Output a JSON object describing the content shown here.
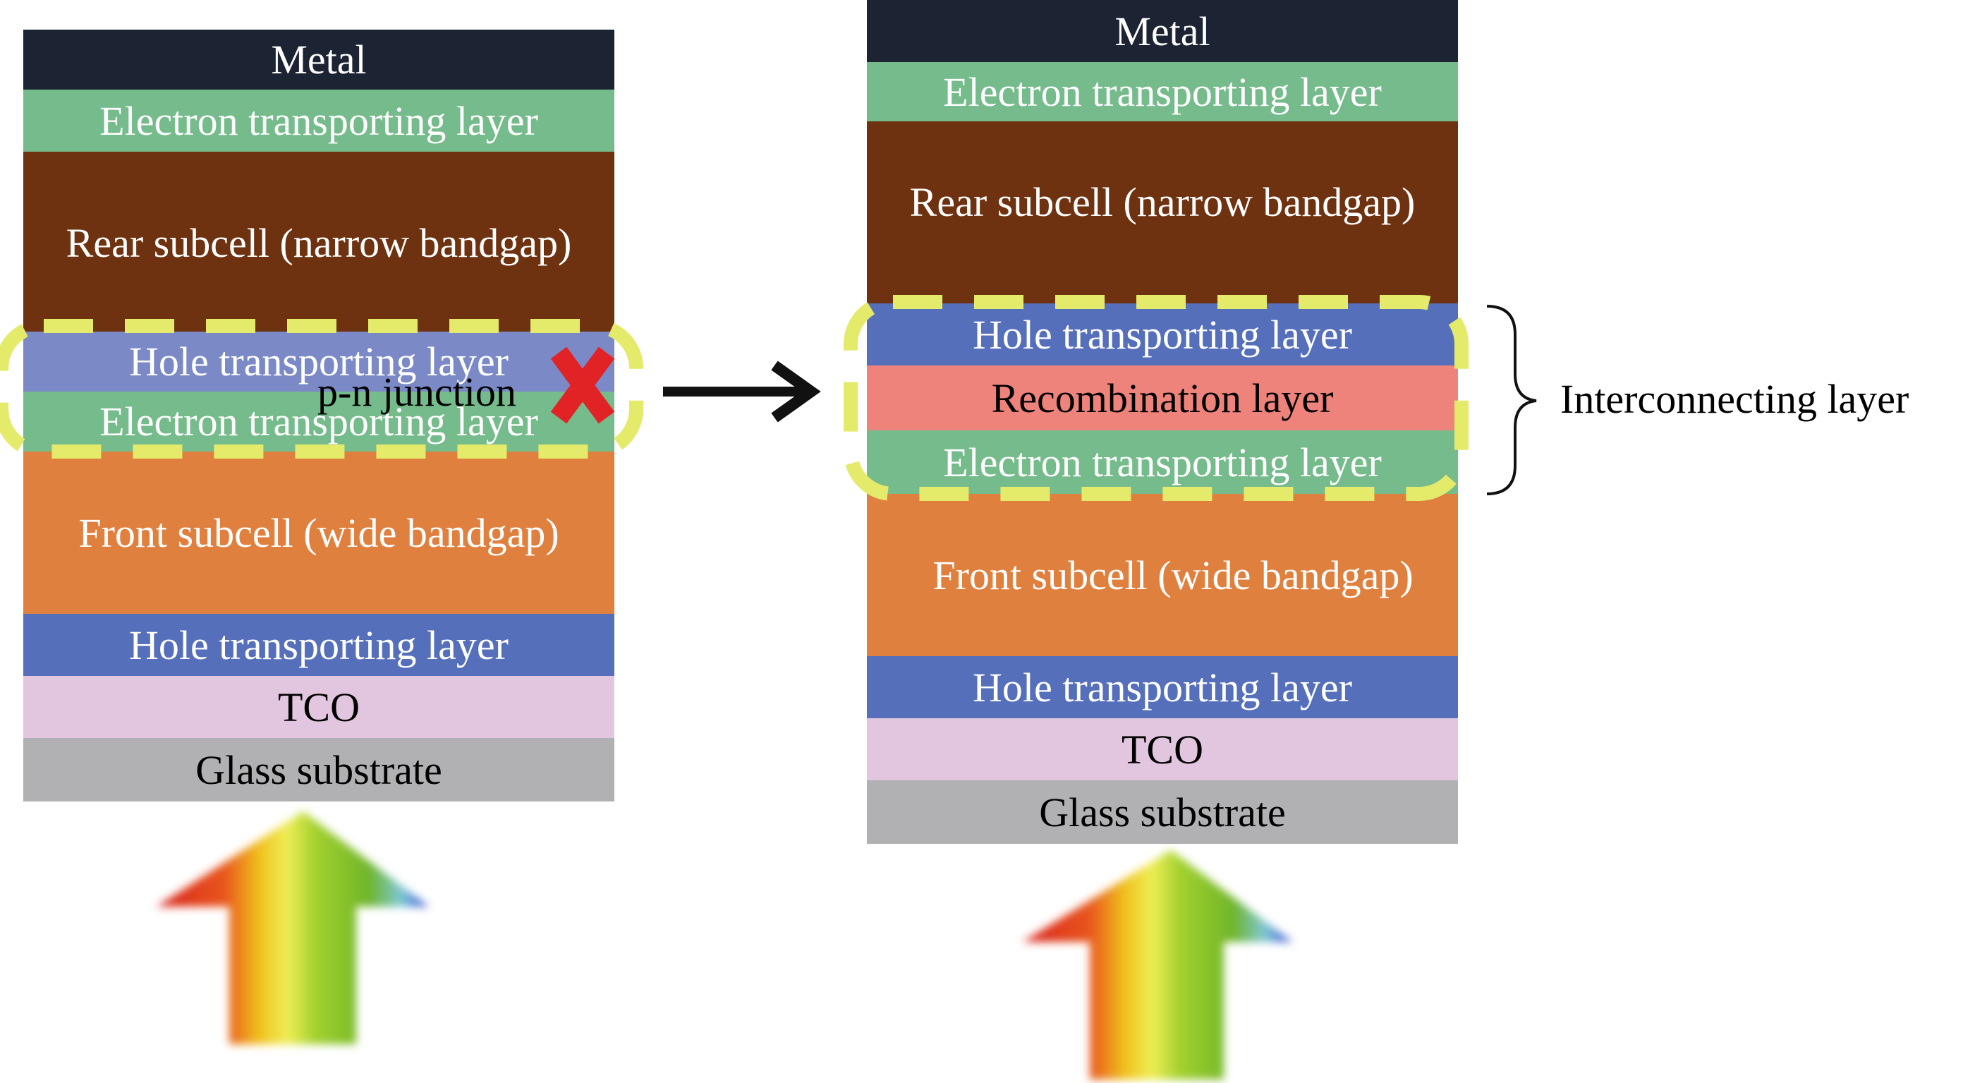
{
  "colors": {
    "metal": "#1c2333",
    "electron_transport": "#76bb8b",
    "rear_subcell": "#6e3210",
    "hole_transport": "#556fbb",
    "hole_transport_faded": "#7b8ac7",
    "front_subcell": "#e0803f",
    "tco": "#e2c5de",
    "glass": "#b1b0b2",
    "recombination": "#ee837b",
    "dashed_highlight": "#e4ea6a",
    "cross_mark": "#e22326"
  },
  "left_stack": {
    "metal": "Metal",
    "etl": "Electron transporting layer",
    "rear": "Rear subcell (narrow bandgap)",
    "htl_mid": "Hole transporting layer",
    "etl_mid": "Electron transporting layer",
    "front": "Front subcell (wide bandgap)",
    "htl_bottom": "Hole transporting layer",
    "tco": "TCO",
    "glass": "Glass substrate",
    "junction_label": "p-n junction"
  },
  "right_stack": {
    "metal": "Metal",
    "etl": "Electron transporting layer",
    "rear": "Rear subcell (narrow bandgap)",
    "htl_mid": "Hole transporting layer",
    "recombination": "Recombination layer",
    "etl_mid": "Electron transporting layer",
    "front": "Front subcell (wide bandgap)",
    "htl_bottom": "Hole transporting layer",
    "tco": "TCO",
    "glass": "Glass substrate"
  },
  "annotation": {
    "interconnecting": "Interconnecting layer"
  },
  "icons": {
    "light_arrow": "light-spectrum-arrow-icon",
    "cross": "cross-icon",
    "transition_arrow": "arrow-right-icon",
    "brace": "right-brace-icon"
  }
}
